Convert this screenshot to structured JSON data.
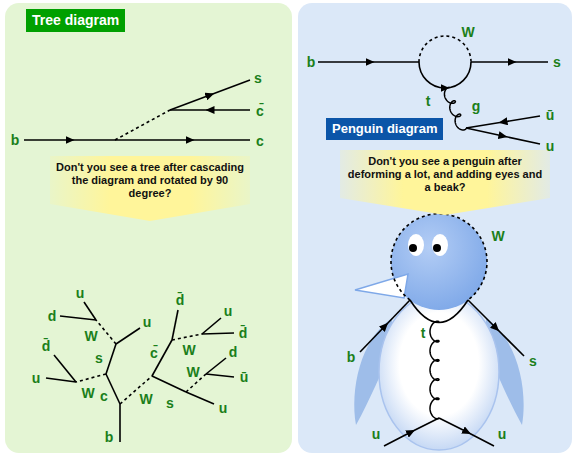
{
  "diagram": {
    "nodes": [
      {
        "text": [
          "Tree diagram"
        ]
      },
      {
        "text": [
          "Don't you see a tree after cascading the diagram and rotated by 90 degree?"
        ]
      },
      {
        "text": [
          "Penguin diagram"
        ]
      },
      {
        "text": [
          "Don't you see a penguin after deforming a lot, and adding eyes and a beak?"
        ]
      }
    ],
    "labels": [
      "s",
      "c̄",
      "b",
      "c",
      "u",
      "d̄",
      "u",
      "d",
      "u",
      "d̄",
      "W",
      "d̄",
      "W",
      "c̄",
      "d",
      "s",
      "W",
      "ū",
      "u",
      "W",
      "c",
      "W",
      "s",
      "u",
      "b",
      "W",
      "b",
      "s",
      "t",
      "g",
      "ū",
      "u",
      "W",
      "t",
      "b",
      "s",
      "u",
      "u"
    ]
  }
}
